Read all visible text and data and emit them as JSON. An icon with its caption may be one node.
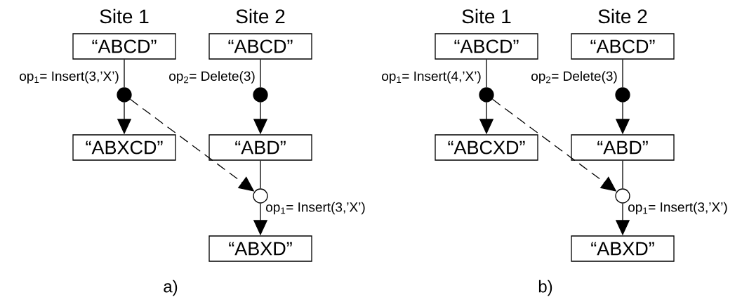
{
  "diagram": {
    "nodes": [
      {
        "text": [
          "“ABCD”"
        ]
      },
      {
        "text": [
          "“ABCD”"
        ]
      },
      {
        "text": [],
        "shape": "dot"
      },
      {
        "text": [],
        "shape": "dot"
      },
      {
        "text": [
          "“ABXCD”"
        ]
      },
      {
        "text": [
          "“ABD”"
        ]
      },
      {
        "text": [],
        "shape": "circle"
      },
      {
        "text": [
          "“ABXD”"
        ]
      },
      {
        "text": [
          "“ABCD”"
        ]
      },
      {
        "text": [
          "“ABCD”"
        ]
      },
      {
        "text": [],
        "shape": "dot"
      },
      {
        "text": [],
        "shape": "dot"
      },
      {
        "text": [
          "“ABCXD”"
        ]
      },
      {
        "text": [
          "“ABD”"
        ]
      },
      {
        "text": [],
        "shape": "circle"
      },
      {
        "text": [
          "“ABXD”"
        ]
      }
    ],
    "edges": [
      {
        "from": 0,
        "to": 2,
        "arrow": "none",
        "label": "op$_{1}$= Insert(3,’X’)"
      },
      {
        "from": 1,
        "to": 3,
        "arrow": "none",
        "label": "op$_{2}$= Delete(3)"
      },
      {
        "from": 2,
        "to": 4,
        "arrow": "to"
      },
      {
        "from": 3,
        "to": 5,
        "arrow": "to"
      },
      {
        "from": 2,
        "to": 6,
        "arrow": "to",
        "style": "dashed"
      },
      {
        "from": 5,
        "to": 6,
        "arrow": "none"
      },
      {
        "from": 6,
        "to": 7,
        "arrow": "to",
        "label": "op$_{1}$= Insert(3,’X’)"
      },
      {
        "from": 8,
        "to": 10,
        "arrow": "none",
        "label": "op$_{1}$= Insert(4,’X’)"
      },
      {
        "from": 9,
        "to": 11,
        "arrow": "none",
        "label": "op$_{2}$= Delete(3)"
      },
      {
        "from": 10,
        "to": 12,
        "arrow": "to"
      },
      {
        "from": 11,
        "to": 13,
        "arrow": "to"
      },
      {
        "from": 10,
        "to": 14,
        "arrow": "to",
        "style": "dashed"
      },
      {
        "from": 13,
        "to": 14,
        "arrow": "none"
      },
      {
        "from": 14,
        "to": 15,
        "arrow": "to",
        "label": "op$_{1}$= Insert(3,’X’)"
      }
    ],
    "labels": [
      "Site 1",
      "Site 2",
      "Site 1",
      "Site 2",
      "a)",
      "b)"
    ]
  }
}
